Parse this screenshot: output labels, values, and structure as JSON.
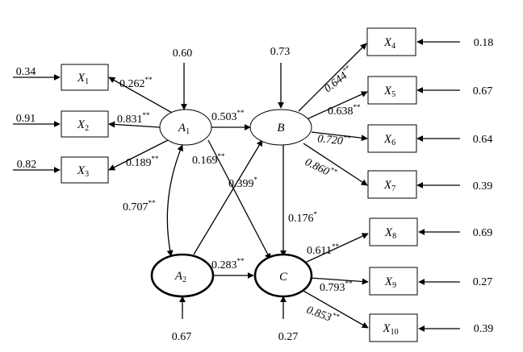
{
  "nodes": {
    "A1": {
      "main": "A",
      "sub": "1"
    },
    "A2": {
      "main": "A",
      "sub": "2"
    },
    "B": {
      "main": "B",
      "sub": ""
    },
    "C": {
      "main": "C",
      "sub": ""
    },
    "X1": {
      "main": "X",
      "sub": "1"
    },
    "X2": {
      "main": "X",
      "sub": "2"
    },
    "X3": {
      "main": "X",
      "sub": "3"
    },
    "X4": {
      "main": "X",
      "sub": "4"
    },
    "X5": {
      "main": "X",
      "sub": "5"
    },
    "X6": {
      "main": "X",
      "sub": "6"
    },
    "X7": {
      "main": "X",
      "sub": "7"
    },
    "X8": {
      "main": "X",
      "sub": "8"
    },
    "X9": {
      "main": "X",
      "sub": "9"
    },
    "X10": {
      "main": "X",
      "sub": "10"
    }
  },
  "errors": {
    "X1": "0.34",
    "X2": "0.91",
    "X3": "0.82",
    "A1": "0.60",
    "B": "0.73",
    "A2": "0.67",
    "C": "0.27",
    "X4": "0.18",
    "X5": "0.67",
    "X6": "0.64",
    "X7": "0.39",
    "X8": "0.69",
    "X9": "0.27",
    "X10": "0.39"
  },
  "paths": {
    "A1_X1": {
      "value": "0.262",
      "stars": "**"
    },
    "A1_X2": {
      "value": "0.831",
      "stars": "**"
    },
    "A1_X3": {
      "value": "0.189",
      "stars": "**"
    },
    "A1_B": {
      "value": "0.503",
      "stars": "**"
    },
    "A1_C": {
      "value": "0.169",
      "stars": "**"
    },
    "A2_B": {
      "value": "0.399",
      "stars": "*"
    },
    "A1_A2": {
      "value": "0.707",
      "stars": "**"
    },
    "A2_C": {
      "value": "0.283",
      "stars": "**"
    },
    "B_C": {
      "value": "0.176",
      "stars": "*"
    },
    "B_X4": {
      "value": "0.644",
      "stars": "**"
    },
    "B_X5": {
      "value": "0.638",
      "stars": "**"
    },
    "B_X6": {
      "value": "0.720",
      "stars": "**"
    },
    "B_X7": {
      "value": "0.860",
      "stars": "**"
    },
    "C_X8": {
      "value": "0.611",
      "stars": "**"
    },
    "C_X9": {
      "value": "0.793",
      "stars": "**"
    },
    "C_X10": {
      "value": "0.853",
      "stars": "**"
    }
  }
}
